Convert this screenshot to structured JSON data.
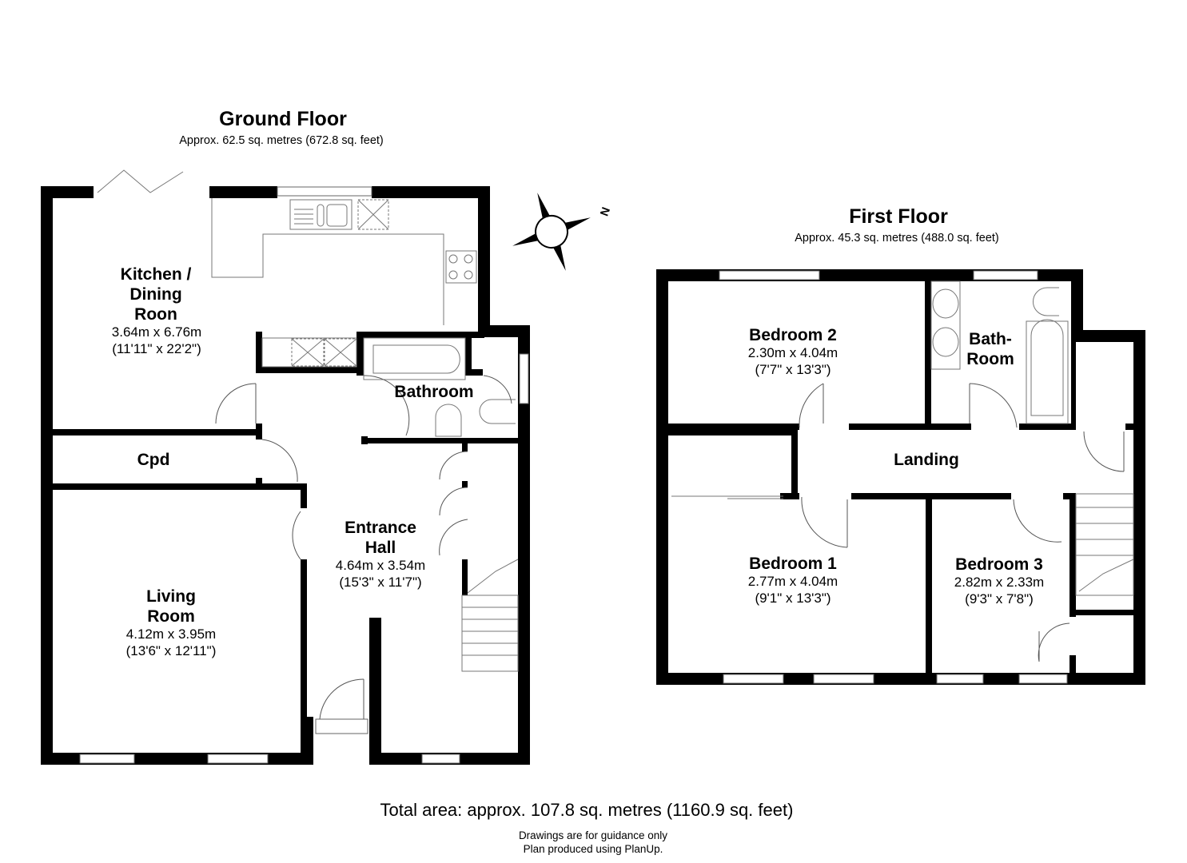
{
  "ground_floor": {
    "title": "Ground Floor",
    "area": "Approx. 62.5 sq. metres (672.8 sq. feet)",
    "rooms": [
      {
        "name_lines": [
          "Kitchen /",
          "Dining",
          "Roon"
        ],
        "dim_m": "3.64m x 6.76m",
        "dim_ft": "(11'11\" x 22'2\")"
      },
      {
        "name_lines": [
          "Bathroom"
        ]
      },
      {
        "name_lines": [
          "Cpd"
        ]
      },
      {
        "name_lines": [
          "Entrance",
          "Hall"
        ],
        "dim_m": "4.64m x 3.54m",
        "dim_ft": "(15'3\" x 11'7\")"
      },
      {
        "name_lines": [
          "Living",
          "Room"
        ],
        "dim_m": "4.12m x 3.95m",
        "dim_ft": "(13'6\" x 12'11\")"
      }
    ]
  },
  "first_floor": {
    "title": "First Floor",
    "area": "Approx. 45.3 sq. metres (488.0 sq. feet)",
    "rooms": [
      {
        "name_lines": [
          "Bedroom 2"
        ],
        "dim_m": "2.30m x 4.04m",
        "dim_ft": "(7'7\" x 13'3\")"
      },
      {
        "name_lines": [
          "Bath-",
          "Room"
        ]
      },
      {
        "name_lines": [
          "Landing"
        ]
      },
      {
        "name_lines": [
          "Bedroom 1"
        ],
        "dim_m": "2.77m x 4.04m",
        "dim_ft": "(9'1\" x 13'3\")"
      },
      {
        "name_lines": [
          "Bedroom 3"
        ],
        "dim_m": "2.82m x 2.33m",
        "dim_ft": "(9'3\" x 7'8\")"
      }
    ]
  },
  "compass": {
    "label": "N"
  },
  "footer": {
    "total": "Total area: approx. 107.8 sq. metres (1160.9 sq. feet)",
    "note1": "Drawings are for guidance only",
    "note2": "Plan produced using PlanUp."
  }
}
